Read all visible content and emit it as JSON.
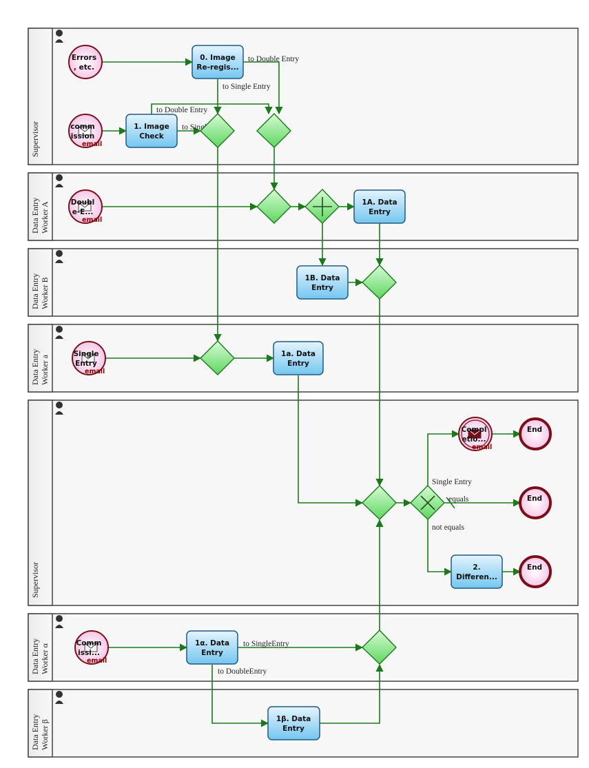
{
  "lanes": [
    {
      "id": "L1",
      "title_lines": [
        "Supervisor"
      ]
    },
    {
      "id": "L2",
      "title_lines": [
        "Data Entry",
        "Worker A"
      ]
    },
    {
      "id": "L3",
      "title_lines": [
        "Data Entry",
        "Worker B"
      ]
    },
    {
      "id": "L4",
      "title_lines": [
        "Data Entry",
        "Worker a"
      ]
    },
    {
      "id": "L5",
      "title_lines": [
        "Supervisor"
      ]
    },
    {
      "id": "L6",
      "title_lines": [
        "Data Entry",
        "Worker α"
      ]
    },
    {
      "id": "L7",
      "title_lines": [
        "Data Entry",
        "Worker β"
      ]
    }
  ],
  "starts": [
    {
      "id": "s1",
      "lines": [
        "Errors",
        ", etc."
      ],
      "email": ""
    },
    {
      "id": "s2",
      "lines": [
        "comm",
        "ission"
      ],
      "email": "email"
    },
    {
      "id": "s3",
      "lines": [
        "Doubl",
        "e-E..."
      ],
      "email": "email"
    },
    {
      "id": "s4",
      "lines": [
        "Single",
        "Entry"
      ],
      "email": "email"
    },
    {
      "id": "s5",
      "lines": [
        "Comm",
        "issi..."
      ],
      "email": "email"
    },
    {
      "id": "s6",
      "lines": [
        "Compl",
        "etio..."
      ],
      "email": "email"
    }
  ],
  "tasks": [
    {
      "id": "t0",
      "lines": [
        "0. Image",
        "Re-regis..."
      ]
    },
    {
      "id": "t1",
      "lines": [
        "1. Image",
        "Check"
      ]
    },
    {
      "id": "t1A",
      "lines": [
        "1A. Data",
        "Entry"
      ]
    },
    {
      "id": "t1B",
      "lines": [
        "1B. Data",
        "Entry"
      ]
    },
    {
      "id": "t1a",
      "lines": [
        "1a. Data",
        "Entry"
      ]
    },
    {
      "id": "t2",
      "lines": [
        "2.",
        "Differen..."
      ]
    },
    {
      "id": "t1alpha",
      "lines": [
        "1α. Data",
        "Entry"
      ]
    },
    {
      "id": "t1beta",
      "lines": [
        "1β. Data",
        "Entry"
      ]
    }
  ],
  "ends": [
    {
      "id": "e1",
      "label": "End"
    },
    {
      "id": "e2",
      "label": "End"
    },
    {
      "id": "e3",
      "label": "End"
    }
  ],
  "edge_labels": [
    {
      "id": "el1",
      "text": "to Double Entry"
    },
    {
      "id": "el2",
      "text": "to Single Entry"
    },
    {
      "id": "el3",
      "text": "to Double Entry"
    },
    {
      "id": "el4",
      "text": "to Singl"
    },
    {
      "id": "el5",
      "text": "Single Entry"
    },
    {
      "id": "el6",
      "text": "equals"
    },
    {
      "id": "el7",
      "text": "not equals"
    },
    {
      "id": "el8",
      "text": "to SingleEntry"
    },
    {
      "id": "el9",
      "text": "to DoubleEntry"
    }
  ],
  "colors": {
    "flow": "#1a7a1a",
    "gateway_fill": "#8fe88f",
    "task_fill": "#a8dcf6",
    "task_border": "#1e5a80",
    "event_border": "#7a0f1a",
    "event_fill": "#fbe4f2"
  }
}
